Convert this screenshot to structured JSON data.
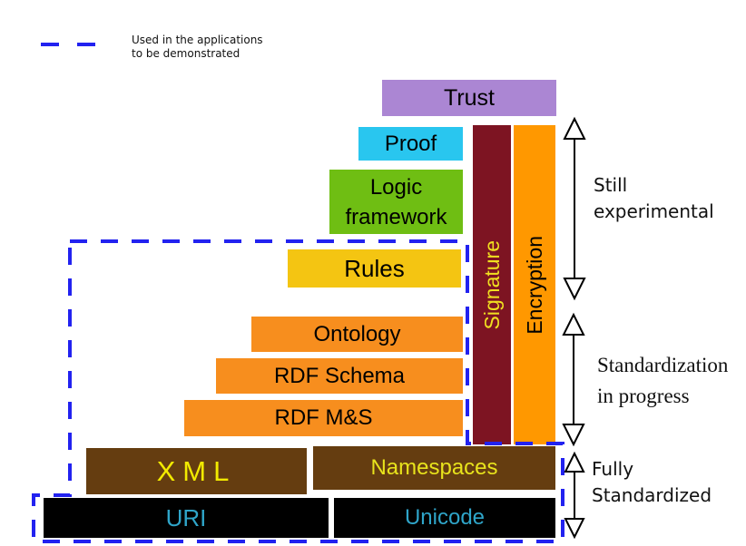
{
  "legend": {
    "line1": "Used in the applications",
    "line2": "to be demonstrated",
    "dash_color": "#2222f0"
  },
  "layers": {
    "trust": {
      "label": "Trust",
      "color": "#ab86d3",
      "text_color": "#000000"
    },
    "proof": {
      "label": "Proof",
      "color": "#29c6ef",
      "text_color": "#000000"
    },
    "logic": {
      "line1": "Logic",
      "line2": "framework",
      "color": "#6fbe13",
      "text_color": "#000000"
    },
    "rules": {
      "label": "Rules",
      "color": "#f4c512",
      "text_color": "#000000"
    },
    "ontology": {
      "label": "Ontology",
      "color": "#f78e1e",
      "text_color": "#000000"
    },
    "rdf_schema": {
      "label": "RDF Schema",
      "color": "#f78e1e",
      "text_color": "#000000"
    },
    "rdf_ms": {
      "label": "RDF M&S",
      "color": "#f78e1e",
      "text_color": "#000000"
    },
    "xml": {
      "label": "XML",
      "color": "#653d10",
      "text_color": "#f2ea00"
    },
    "namespaces": {
      "label": "Namespaces",
      "color": "#653d10",
      "text_color": "#e8e31c"
    },
    "uri": {
      "label": "URI",
      "color": "#000000",
      "text_color": "#2fa5c9"
    },
    "unicode": {
      "label": "Unicode",
      "color": "#000000",
      "text_color": "#2fa5c9"
    }
  },
  "vertical_bars": {
    "signature": {
      "label": "Signature",
      "color": "#7d1422",
      "text_color": "#f0e020"
    },
    "encryption": {
      "label": "Encryption",
      "color": "#ff9800",
      "text_color": "#000000"
    }
  },
  "annotations": {
    "experimental": {
      "line1": "Still",
      "line2": "experimental"
    },
    "in_progress": {
      "line1": "Standardization",
      "line2": "in progress"
    },
    "standardized": {
      "line1": "Fully",
      "line2": "Standardized"
    }
  },
  "boundary_color": "#2222f0"
}
